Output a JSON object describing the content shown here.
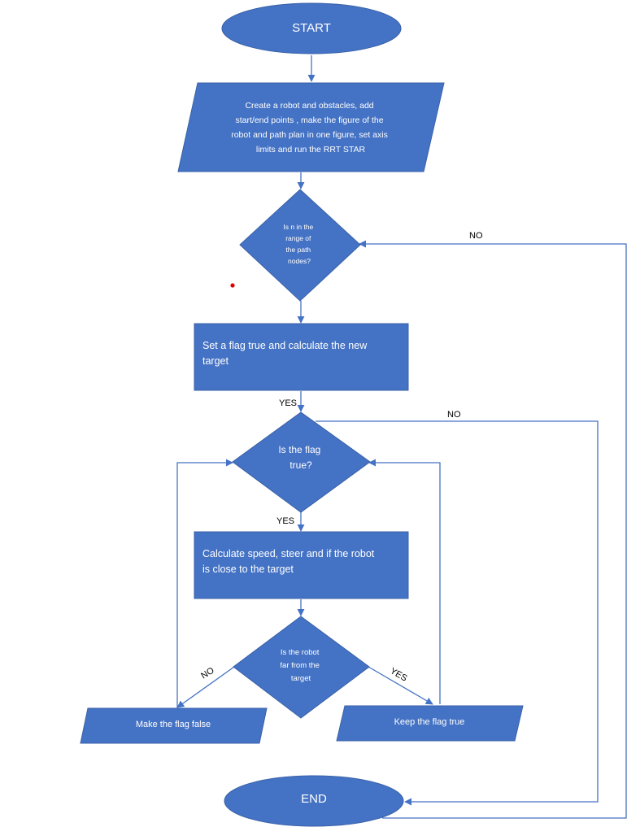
{
  "flowchart": {
    "nodes": {
      "start": {
        "lines": [
          "START"
        ]
      },
      "create": {
        "lines": [
          "Create a robot and obstacles,    add",
          "start/end  points , make the figure of the",
          "robot and path plan in one figure, set axis",
          "limits   and run the RRT STAR"
        ]
      },
      "decision_n": {
        "lines": [
          "Is n in the",
          "range of",
          "the path",
          "nodes?"
        ]
      },
      "set_flag": {
        "lines": [
          "Set a flag true and calculate the new",
          "target"
        ]
      },
      "flag_check": {
        "lines": [
          "Is the flag",
          "true?"
        ]
      },
      "calculate": {
        "lines": [
          "Calculate speed, steer and if  the robot",
          "is close to the target"
        ]
      },
      "robot_far": {
        "lines": [
          "Is the robot",
          "far from the",
          "target"
        ]
      },
      "make_false": {
        "lines": [
          "Make the flag false"
        ]
      },
      "keep_true": {
        "lines": [
          "Keep the flag true"
        ]
      },
      "end": {
        "lines": [
          "END"
        ]
      }
    },
    "edge_labels": {
      "n_no": "NO",
      "set_yes": "YES",
      "flag_no": "NO",
      "flag_yes": "YES",
      "far_no": "NO",
      "far_yes": "YES"
    },
    "colors": {
      "shape_fill": "#4472C4",
      "connector": "#4472C4",
      "label_text": "#000000",
      "stray_dot": "#E00000"
    }
  }
}
